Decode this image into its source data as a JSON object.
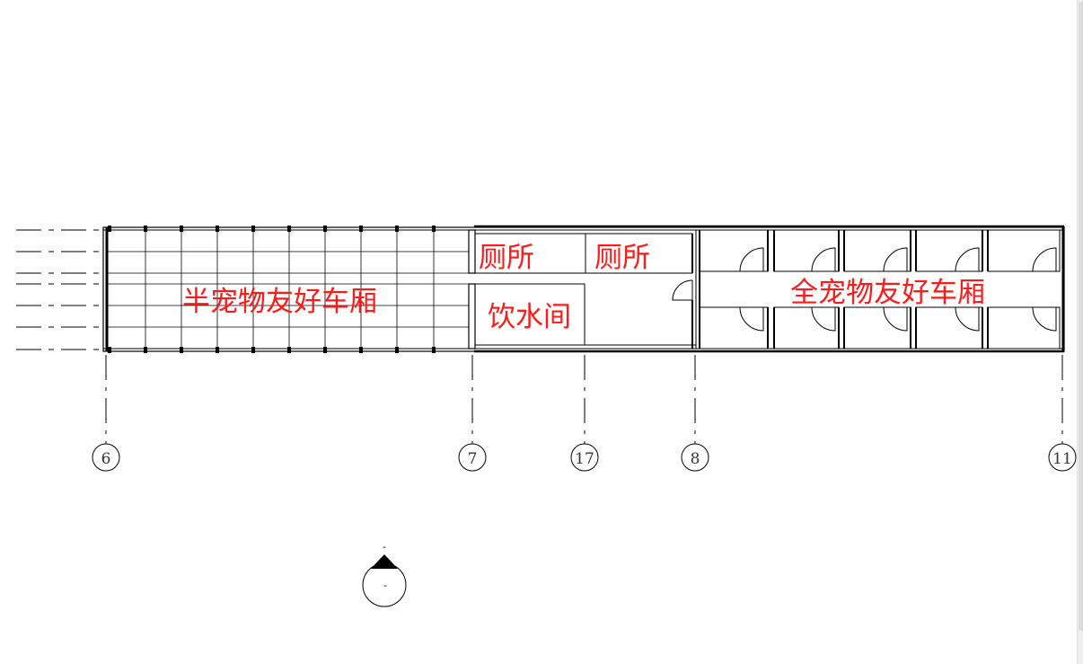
{
  "rooms": {
    "toilet_a": "厕所",
    "toilet_b": "厕所",
    "water_room": "饮水间",
    "half_pet": "半宠物友好车厢",
    "full_pet": "全宠物友好车厢"
  },
  "grid_axes": [
    "6",
    "7",
    "17",
    "8",
    "11"
  ],
  "compass": {
    "top_label": "-",
    "center_label": "-"
  },
  "colors": {
    "room_label": "#ff1a1a",
    "line": "#000000"
  }
}
